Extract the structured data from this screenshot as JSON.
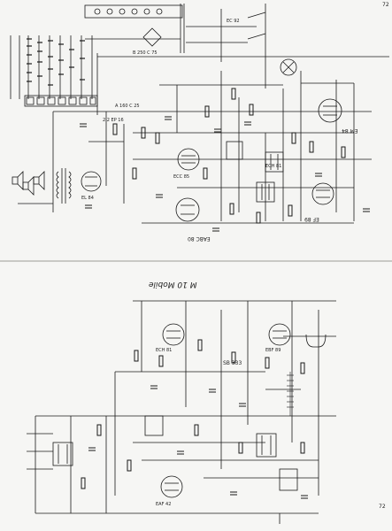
{
  "page_numbers": {
    "top": "72",
    "bottom": "72"
  },
  "upper_schematic": {
    "tube_labels": [
      "EABC 80",
      "EF 89",
      "ECC 85",
      "EM 84",
      "EC 92",
      "ECH 81",
      "EL 84"
    ],
    "type_code": "2.2 EP 16",
    "misc_labels": [
      "B 250 C 75",
      "A 160 C 25"
    ]
  },
  "lower_schematic": {
    "title": "M 10 Mobile",
    "transistor_code": "SB 333",
    "misc_labels": [
      "ECH 81",
      "EBF 89",
      "EAF 42"
    ]
  }
}
